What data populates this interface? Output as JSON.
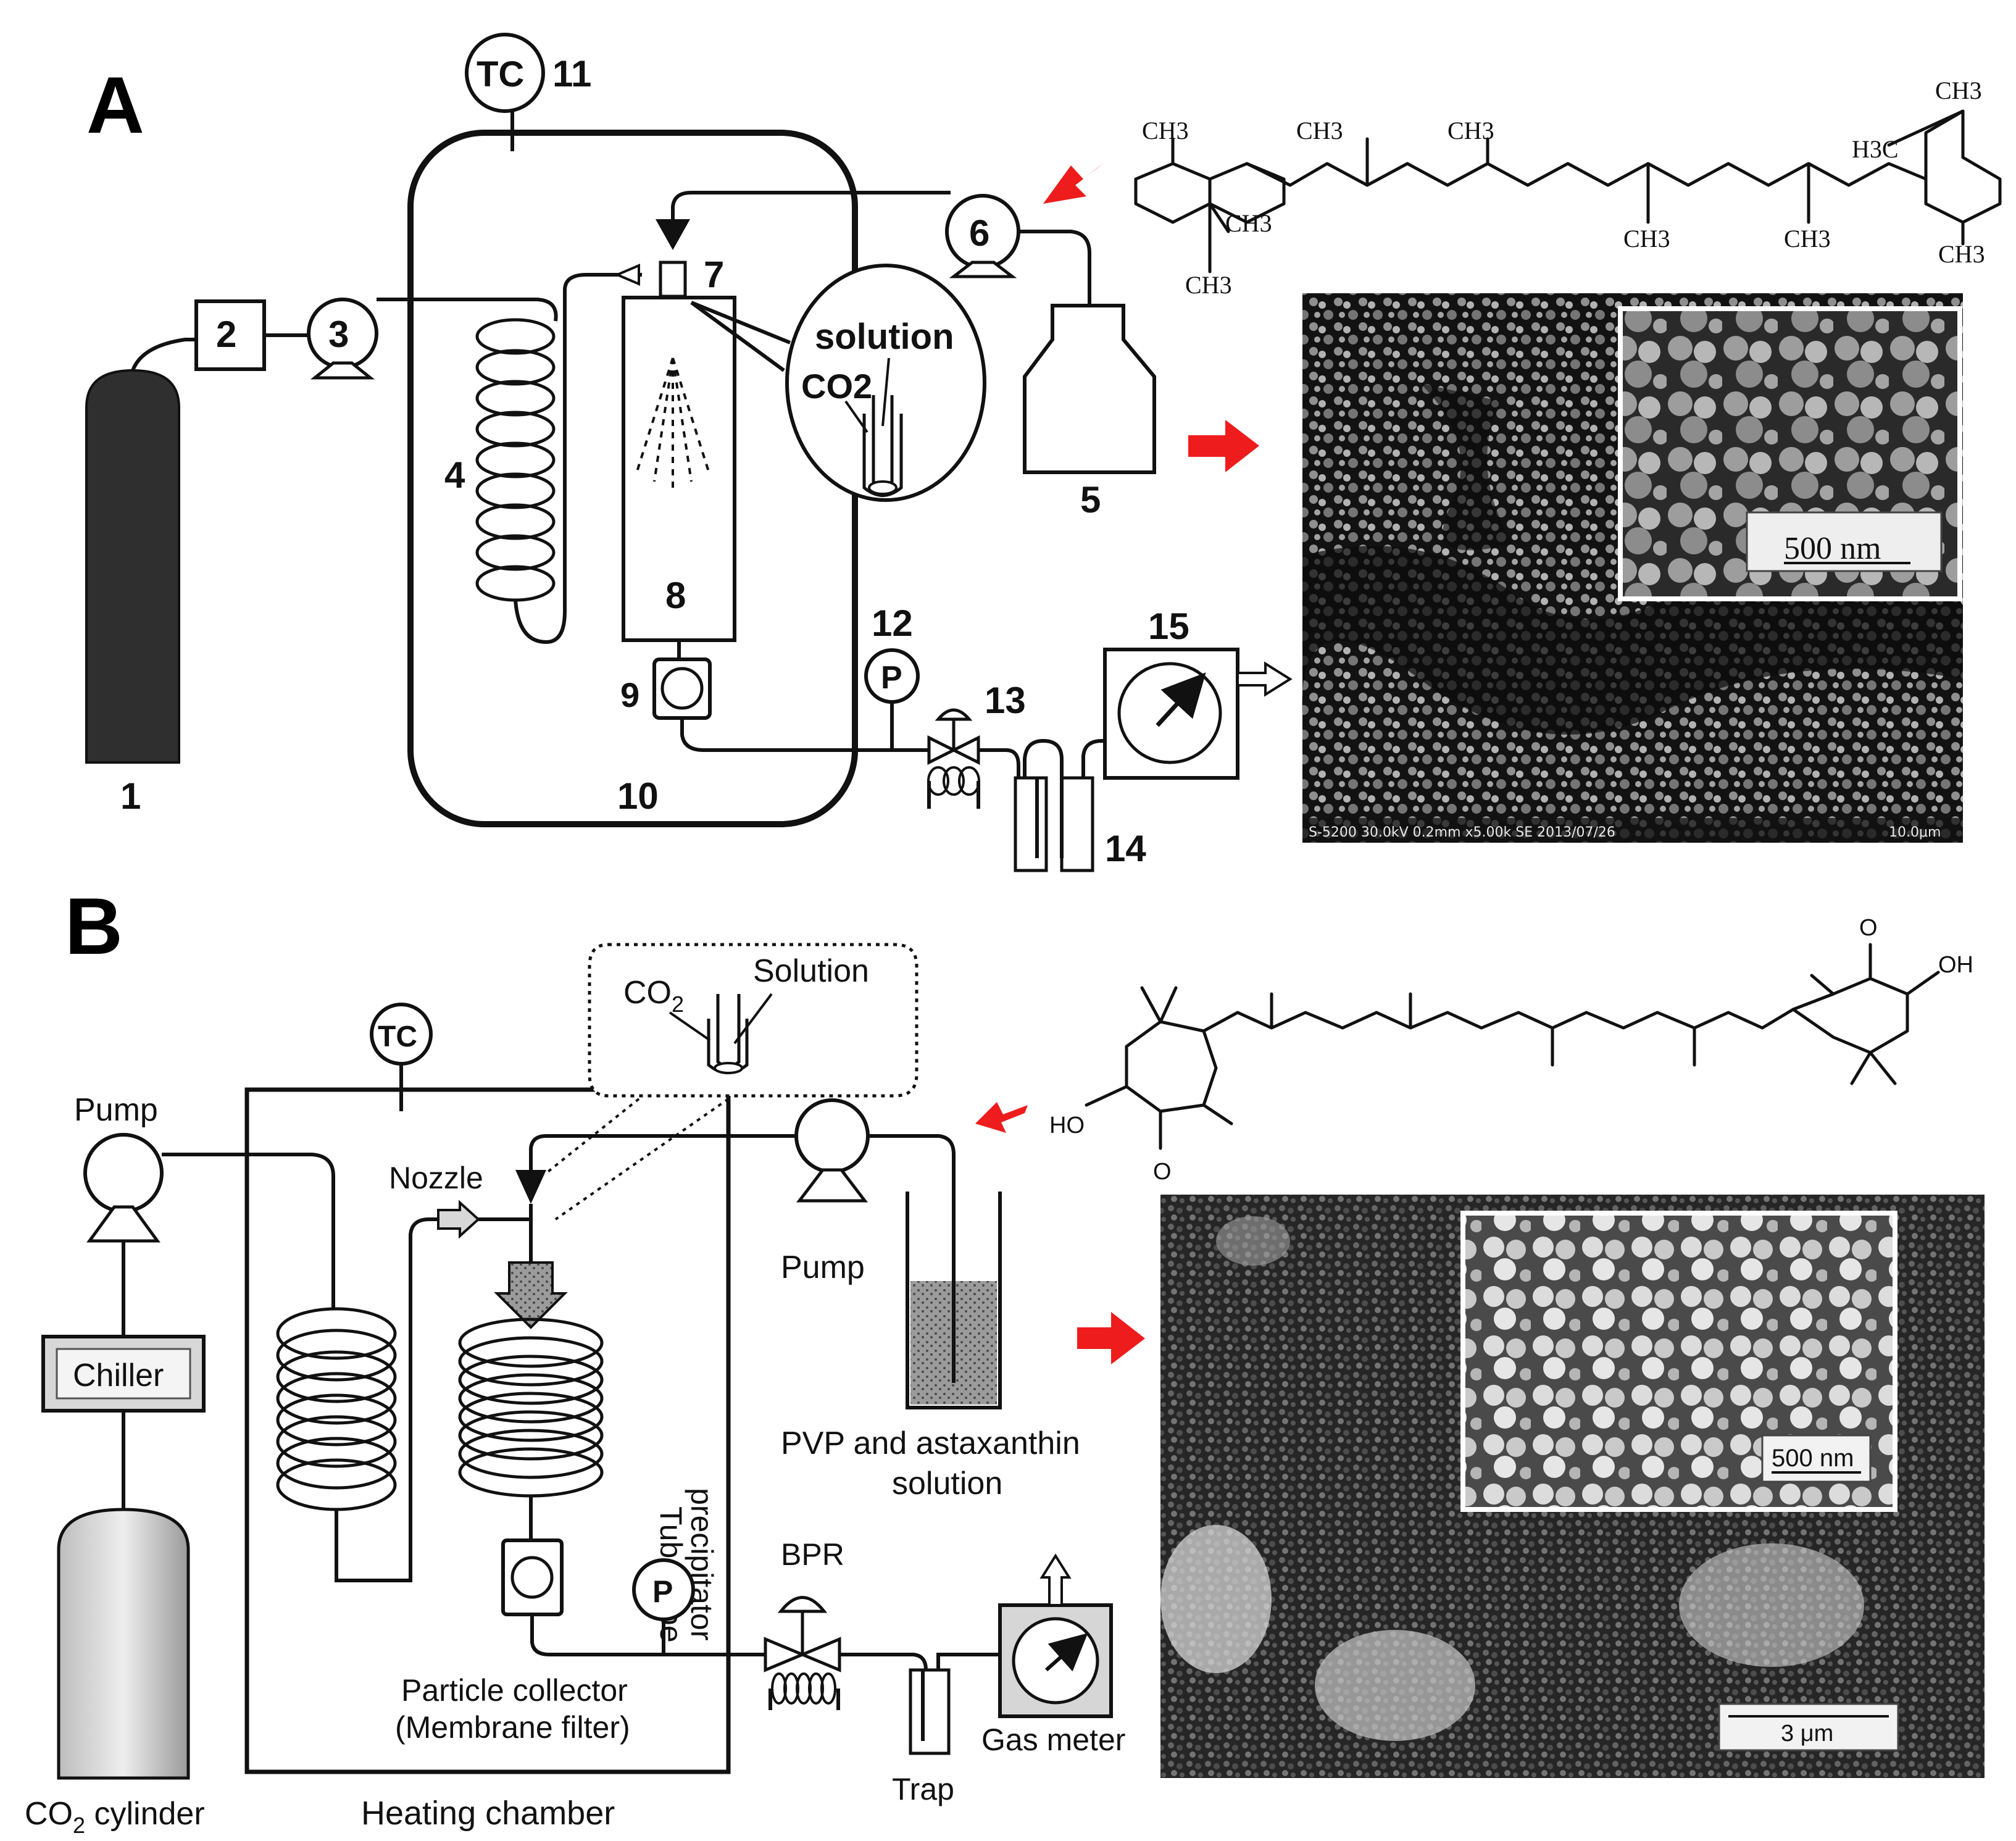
{
  "panel_a": {
    "letter": "A",
    "labels": {
      "n1": "1",
      "n2": "2",
      "n3": "3",
      "n4": "4",
      "n5": "5",
      "n6": "6",
      "n7": "7",
      "n8": "8",
      "n9": "9",
      "n10": "10",
      "n11": "11",
      "n12": "12",
      "n13": "13",
      "n14": "14",
      "n15": "15",
      "tc": "TC",
      "p": "P",
      "solution": "solution",
      "co2": "CO2"
    },
    "molecule_labels": [
      "CH3",
      "CH3",
      "CH3",
      "CH3",
      "CH3",
      "CH3",
      "H3C",
      "CH3",
      "CH3",
      "CH3"
    ],
    "sem": {
      "scale_inset": "500 nm",
      "caption": "S-5200 30.0kV 0.2mm x5.00k SE 2013/07/26",
      "scale_main": "10.0μm"
    }
  },
  "panel_b": {
    "letter": "B",
    "labels": {
      "tc": "TC",
      "co2": "CO",
      "co2_sub": "2",
      "solution": "Solution",
      "pump_left": "Pump",
      "pump_right": "Pump",
      "nozzle": "Nozzle",
      "chiller": "Chiller",
      "tube_precipitator_1": "Tube type",
      "tube_precipitator_2": "precipitator",
      "pvp_1": "PVP and astaxanthin",
      "pvp_2": "solution",
      "bpr": "BPR",
      "p": "P",
      "collector_1": "Particle collector",
      "collector_2": "(Membrane filter)",
      "trap": "Trap",
      "gas_meter": "Gas meter",
      "co2_cylinder": "CO",
      "co2_cylinder_sub": "2",
      "co2_cylinder_rest": " cylinder",
      "heating_chamber": "Heating chamber"
    },
    "molecule_labels": [
      "O",
      "OH",
      "HO",
      "O"
    ],
    "sem": {
      "scale_inset": "500 nm",
      "scale_main": "3 μm"
    }
  },
  "colors": {
    "arrow": "#ee1c1c",
    "cylinder_a": "#2f2f2f",
    "cylinder_b": "#d2d2d2",
    "sem_dark": "#1f1f1f"
  }
}
